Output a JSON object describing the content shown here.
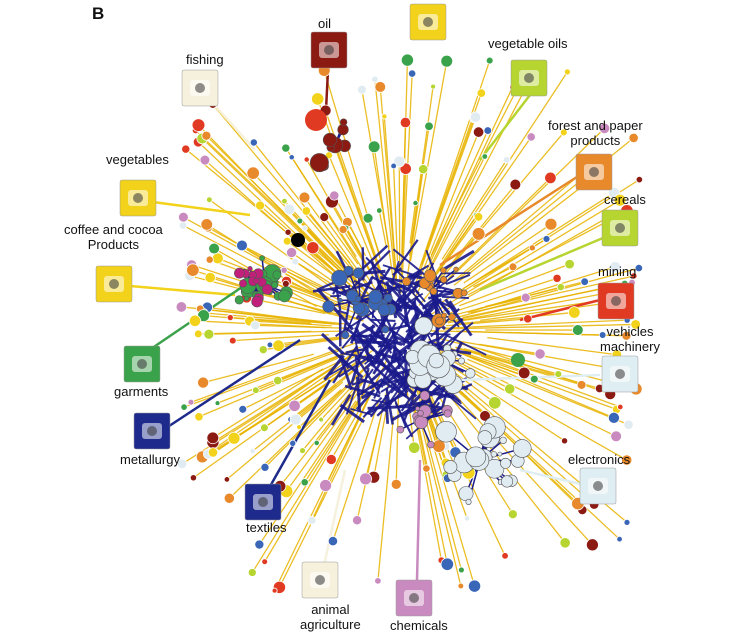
{
  "panel_letter": "B",
  "sectors": [
    {
      "key": "oil",
      "label": "oil",
      "color": "#8b1a12",
      "icon": "oil-derrick-icon"
    },
    {
      "key": "fruits",
      "label": "",
      "color": "#f2d21a",
      "icon": "orange-fruit-icon"
    },
    {
      "key": "fishing",
      "label": "fishing",
      "color": "#f5f1dd",
      "icon": "fish-icon"
    },
    {
      "key": "vegetable_oils",
      "label": "vegetable oils",
      "color": "#b6d531",
      "icon": "sunflower-icon"
    },
    {
      "key": "forest",
      "label": "forest and paper\nproducts",
      "color": "#e88a2c",
      "icon": "log-icon"
    },
    {
      "key": "vegetables",
      "label": "vegetables",
      "color": "#f2d21a",
      "icon": "cabbage-icon"
    },
    {
      "key": "cereals",
      "label": "cereals",
      "color": "#b6d531",
      "icon": "wheat-icon"
    },
    {
      "key": "coffee",
      "label": "coffee and cocoa\nProducts",
      "color": "#f2d21a",
      "icon": "chocolate-bar-icon"
    },
    {
      "key": "mining",
      "label": "mining",
      "color": "#e03b22",
      "icon": "mine-cart-icon"
    },
    {
      "key": "vehicles",
      "label": "vehicles\nmachinery",
      "color": "#dfeef2",
      "icon": "car-icon"
    },
    {
      "key": "garments",
      "label": "garments",
      "color": "#3aa24a",
      "icon": "shirt-icon"
    },
    {
      "key": "metallurgy",
      "label": "metallurgy",
      "color": "#1e2a8c",
      "icon": "ladle-icon"
    },
    {
      "key": "electronics",
      "label": "electronics",
      "color": "#dfeef2",
      "icon": "computer-icon"
    },
    {
      "key": "textiles",
      "label": "textiles",
      "color": "#1e2a8c",
      "icon": "fabric-rolls-icon"
    },
    {
      "key": "animal",
      "label": "animal\nagriculture",
      "color": "#f5f1dd",
      "icon": "cow-icon"
    },
    {
      "key": "chemicals",
      "label": "chemicals",
      "color": "#c98bbf",
      "icon": "flask-icon"
    }
  ],
  "link_colors": {
    "core": "#1a1a8c",
    "periphery": "#e8b300"
  }
}
